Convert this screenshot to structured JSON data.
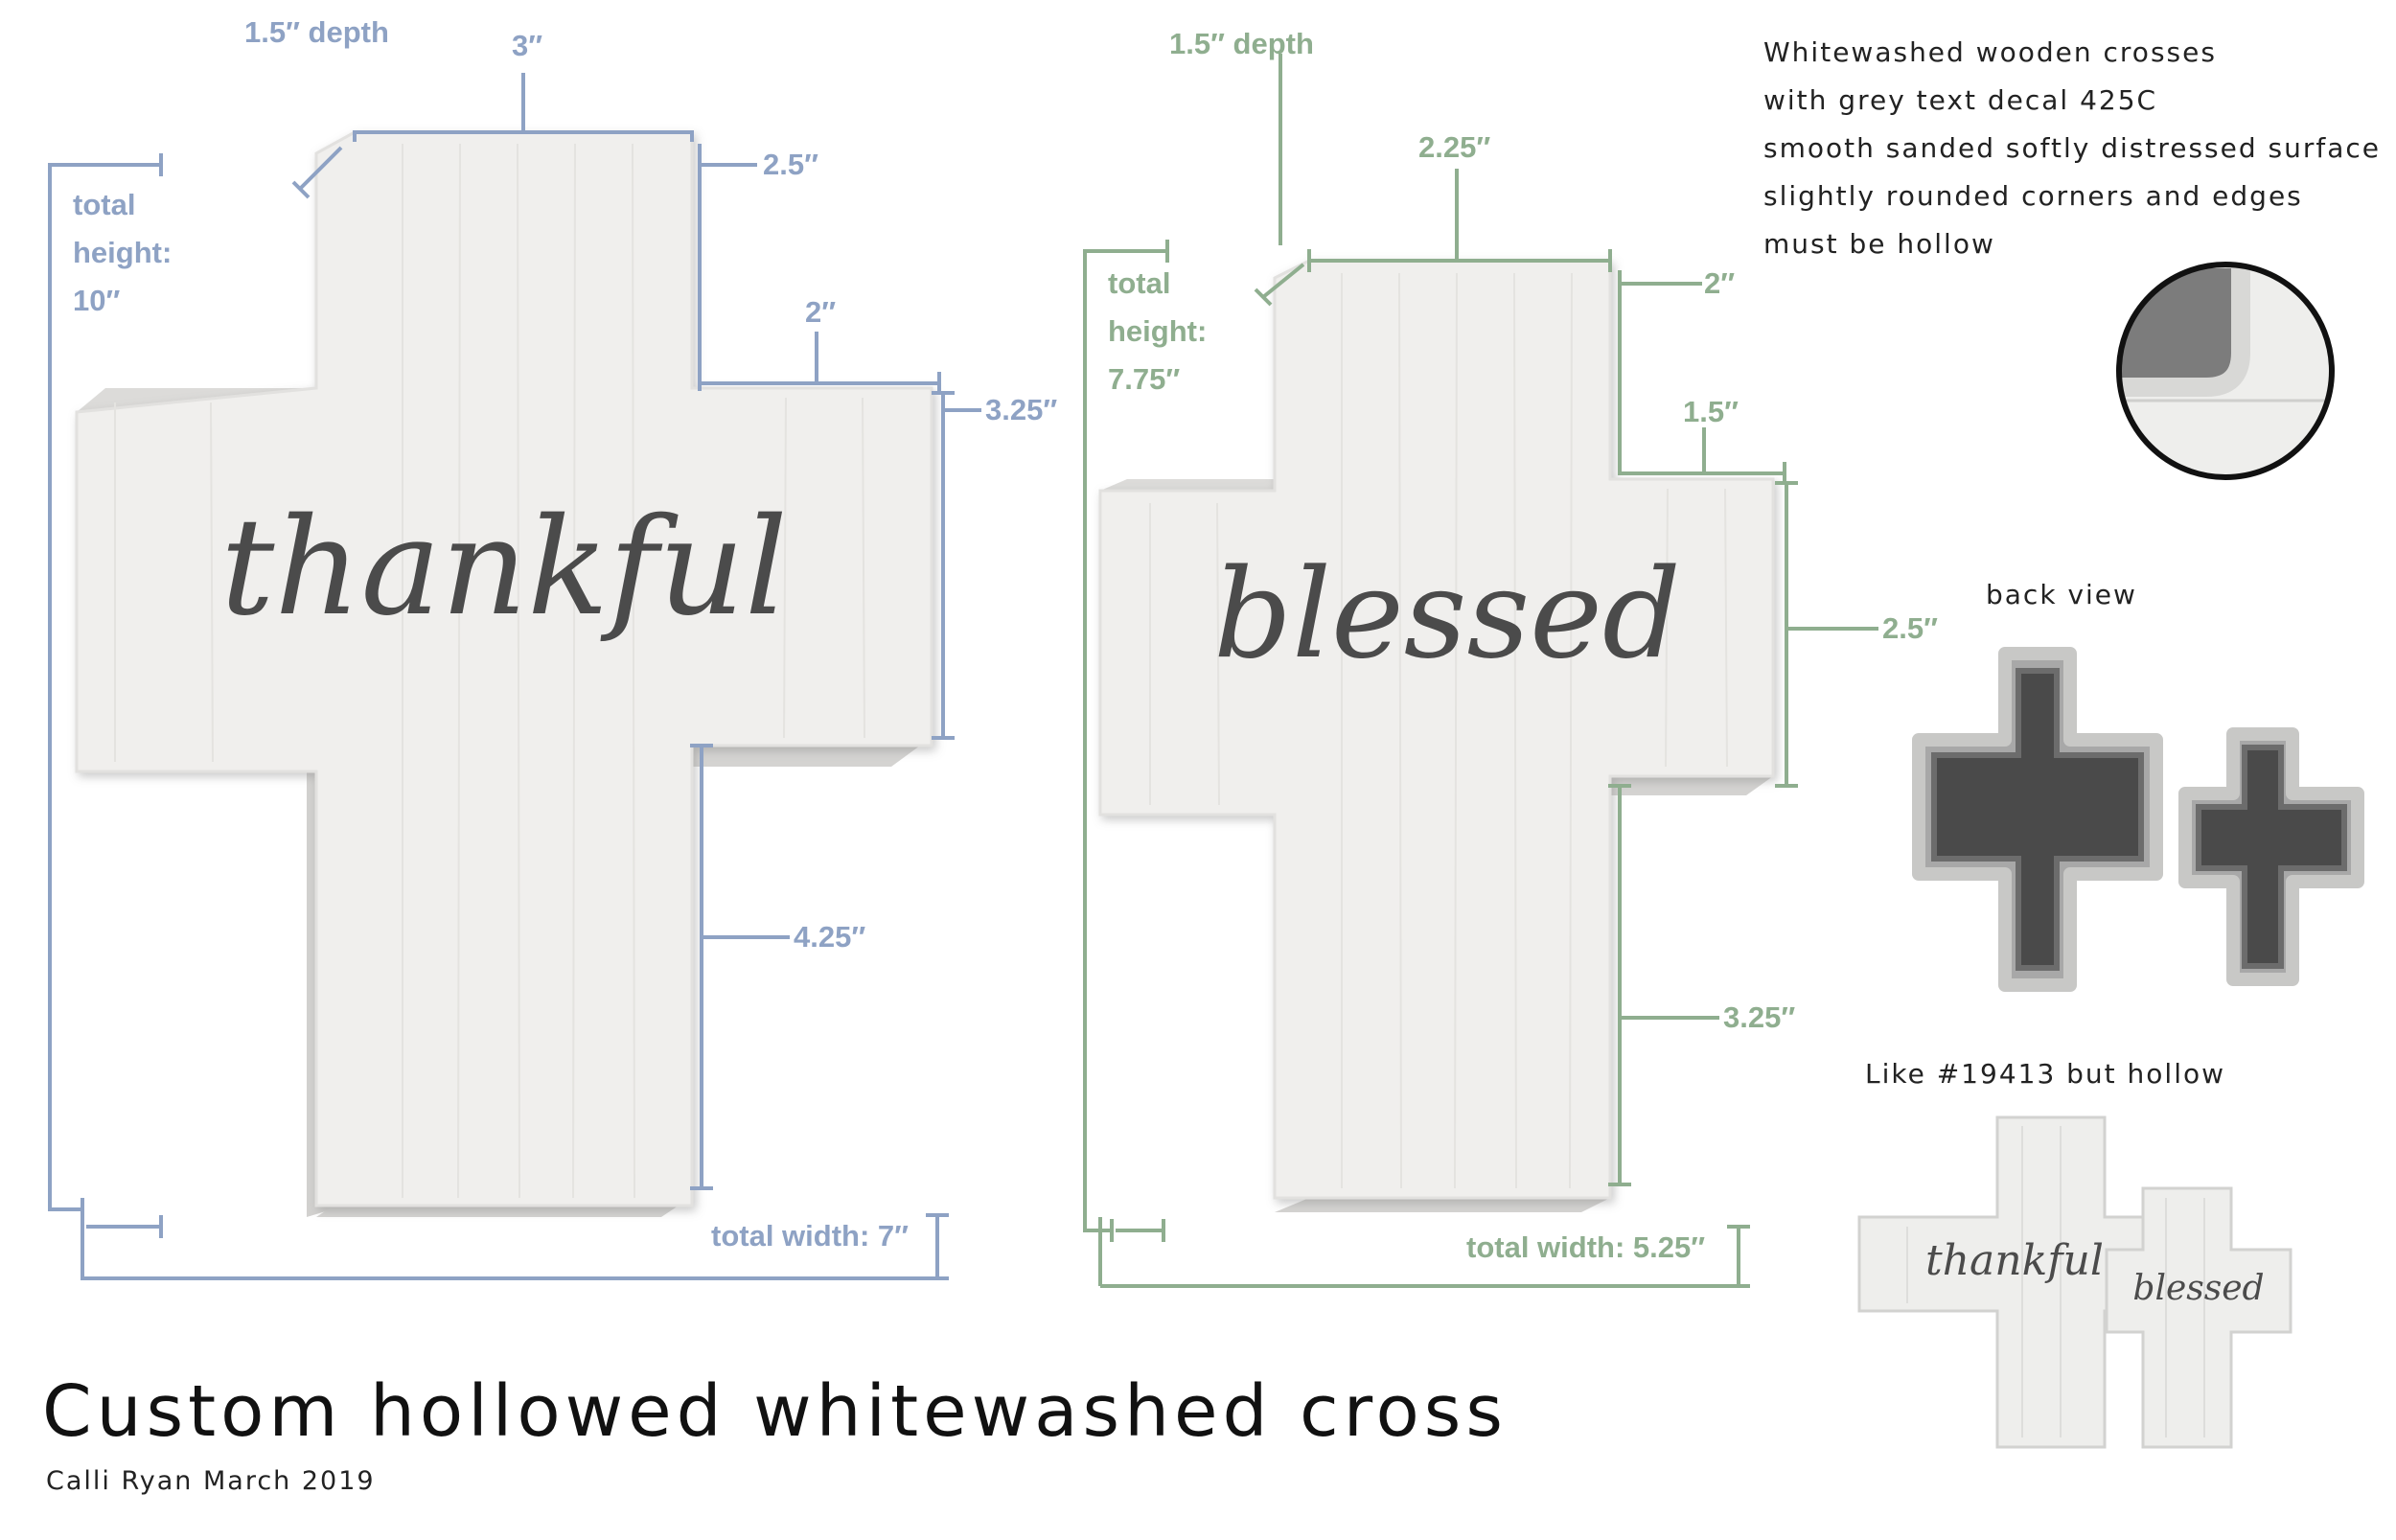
{
  "title": "Custom hollowed whitewashed cross",
  "author_line": "Calli Ryan March 2019",
  "notes": [
    "Whitewashed wooden crosses",
    "with grey text decal 425C",
    "smooth sanded softly distressed surface",
    "slightly rounded corners and edges",
    "must be hollow"
  ],
  "large_cross": {
    "word": "thankful",
    "depth_label": "1.5″ depth",
    "top_width": "3″",
    "top_arm": "2.5″",
    "arm_length": "2″",
    "arm_height": "3.25″",
    "bottom": "4.25″",
    "total_height_label": [
      "total",
      "height:",
      "10″"
    ],
    "total_width": "total width: 7″"
  },
  "small_cross": {
    "word": "blessed",
    "depth_label": "1.5″ depth",
    "top_width": "2.25″",
    "top_arm": "2″",
    "arm_length": "1.5″",
    "arm_height": "2.5″",
    "bottom": "3.25″",
    "total_height_label": [
      "total",
      "height:",
      "7.75″"
    ],
    "total_width": "total width: 5.25″"
  },
  "back_view_label": "back view",
  "reference_label": "Like #19413 but hollow",
  "reference_words": [
    "thankful",
    "blessed"
  ],
  "colors": {
    "blue_dimension": "#8ea2c4",
    "green_dimension": "#8fae8f",
    "wood": "#f0efed",
    "decal": "#4b4b4b",
    "hollow_dark": "#4a4a4a"
  }
}
